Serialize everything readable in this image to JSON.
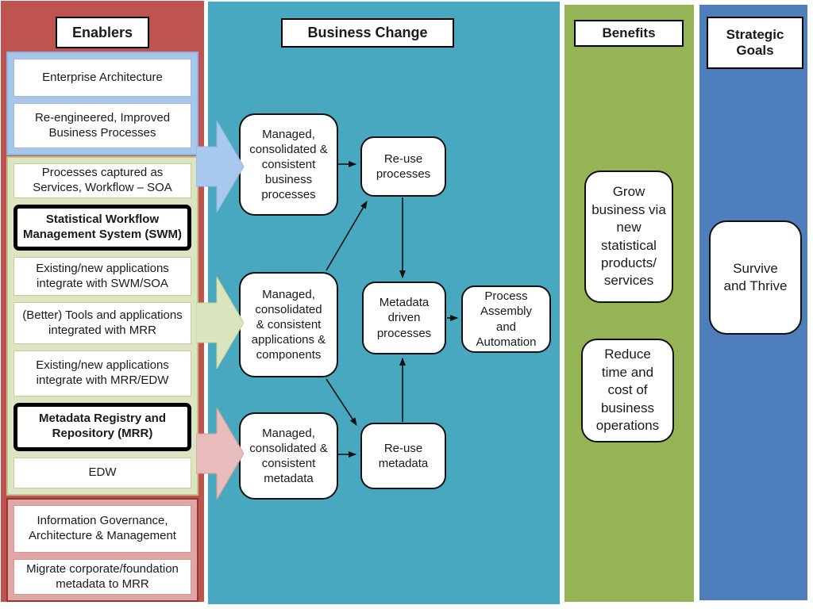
{
  "enablers": {
    "title": "Enablers",
    "architecture_group": [
      "Enterprise Architecture",
      "Re-engineered, Improved Business Processes"
    ],
    "workflow_group": [
      "Processes captured as Services, Workflow – SOA",
      "Statistical Workflow Management System (SWM)",
      "Existing/new applications integrate with SWM/SOA",
      "(Better) Tools and applications integrated with MRR",
      "Existing/new applications integrate with MRR/EDW",
      "Metadata Registry and Repository (MRR)",
      "EDW"
    ],
    "governance_group": [
      "Information Governance, Architecture & Management",
      "Migrate corporate/foundation metadata to MRR"
    ]
  },
  "business_change": {
    "title": "Business Change",
    "managed_business_processes": "Managed, consolidated & consistent business processes",
    "reuse_processes": "Re-use processes",
    "managed_applications": "Managed, consolidated & consistent applications & components",
    "metadata_driven_processes": "Metadata driven processes",
    "process_assembly": "Process Assembly and Automation",
    "managed_metadata": "Managed, consolidated & consistent metadata",
    "reuse_metadata": "Re-use metadata"
  },
  "benefits": {
    "title": "Benefits",
    "grow": "Grow business via new statistical products/ services",
    "reduce": "Reduce time and cost of business operations"
  },
  "strategic_goals": {
    "title": "Strategic Goals",
    "survive": "Survive and Thrive"
  },
  "colors": {
    "enablers_bg": "#BF5350",
    "business_change_bg": "#47A8C0",
    "benefits_bg": "#95B455",
    "strategic_goals_bg": "#4E7EBB",
    "arrow_blue": "#A9C8EE",
    "arrow_green": "#D9E5BD",
    "arrow_pink": "#E9BCBC",
    "connector": "#111111"
  }
}
